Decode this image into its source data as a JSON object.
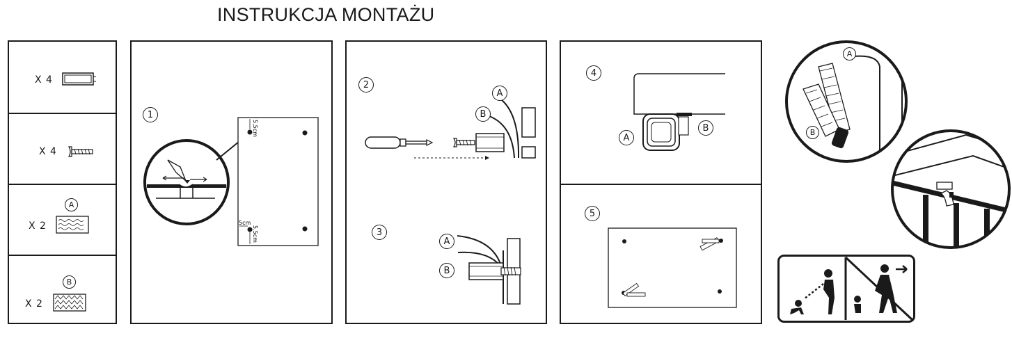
{
  "title": "INSTRUKCJA MONTAŻU",
  "parts": [
    {
      "qty": "X 4",
      "badge": "",
      "icon": "spacer-tube-icon"
    },
    {
      "qty": "X 4",
      "badge": "",
      "icon": "screw-icon"
    },
    {
      "qty": "X 2",
      "badge": "A",
      "icon": "velcro-loop-strip-icon"
    },
    {
      "qty": "X 2",
      "badge": "B",
      "icon": "velcro-hook-strip-icon"
    }
  ],
  "steps": {
    "s1": "1",
    "s2": "2",
    "s3": "3",
    "s4": "4",
    "s5": "5"
  },
  "labels": {
    "a": "A",
    "b": "B"
  },
  "dimensions": {
    "top_offset": "5,5cm",
    "bottom_offset": "5,5cm",
    "side_offset": "5cm"
  }
}
